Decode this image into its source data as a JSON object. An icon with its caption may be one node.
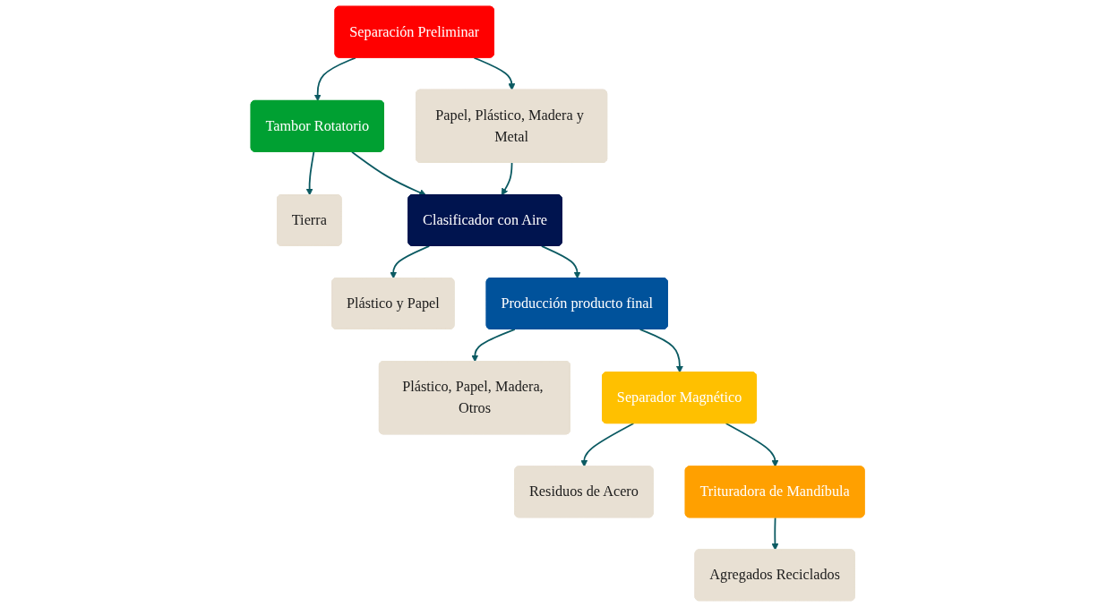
{
  "diagram": {
    "nodes": [
      {
        "text": [
          "Separación Preliminar"
        ]
      },
      {
        "text": [
          "Tambor Rotatorio"
        ]
      },
      {
        "text": [
          "Tierra"
        ]
      },
      {
        "text": [
          "Papel, Plástico, Madera y Metal"
        ]
      },
      {
        "text": [
          "Clasificador con Aire"
        ]
      },
      {
        "text": [
          "Plástico y Papel"
        ]
      },
      {
        "text": [
          "Producción producto final"
        ]
      },
      {
        "text": [
          "Plástico, Papel, Madera, Otros"
        ]
      },
      {
        "text": [
          "Separador Magnético"
        ]
      },
      {
        "text": [
          "Residuos de Acero"
        ]
      },
      {
        "text": [
          "Trituradora de Mandíbula"
        ]
      },
      {
        "text": [
          "Agregados Reciclados"
        ]
      }
    ],
    "edges": [
      {
        "from": 0,
        "to": 1,
        "arrow": "to"
      },
      {
        "from": 1,
        "to": 2,
        "arrow": "to"
      },
      {
        "from": 0,
        "to": 3,
        "arrow": "to"
      },
      {
        "from": 1,
        "to": 4,
        "arrow": "to"
      },
      {
        "from": 3,
        "to": 4,
        "arrow": "to"
      },
      {
        "from": 4,
        "to": 5,
        "arrow": "to"
      },
      {
        "from": 4,
        "to": 6,
        "arrow": "to"
      },
      {
        "from": 6,
        "to": 7,
        "arrow": "to"
      },
      {
        "from": 6,
        "to": 8,
        "arrow": "to"
      },
      {
        "from": 8,
        "to": 9,
        "arrow": "to"
      },
      {
        "from": 8,
        "to": 10,
        "arrow": "to"
      },
      {
        "from": 10,
        "to": 11,
        "arrow": "to"
      }
    ]
  }
}
